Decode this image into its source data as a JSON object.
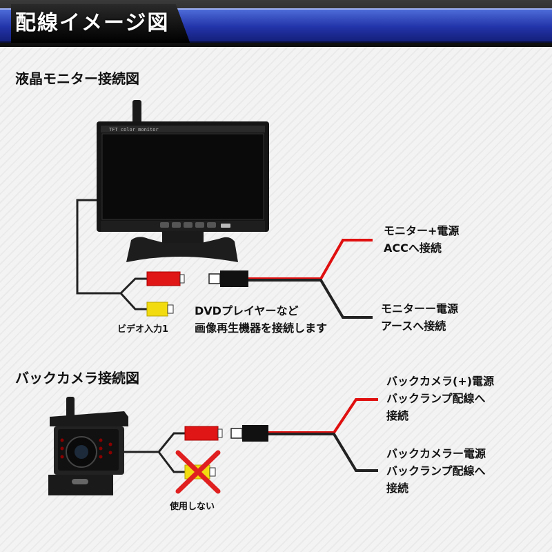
{
  "header": {
    "title": "配線イメージ図"
  },
  "monitor_section": {
    "title": "液晶モニター接続図",
    "monitor_brand": "TFT color monitor",
    "label_plus": [
      "モニター+電源",
      "ACCへ接続"
    ],
    "label_minus": [
      "モニターー電源",
      "アースへ接続"
    ],
    "label_video": "ビデオ入力1",
    "label_dvd": [
      "DVDプレイヤーなど",
      "画像再生機器を接続します"
    ]
  },
  "camera_section": {
    "title": "バックカメラ接続図",
    "label_plus": [
      "バックカメラ(+)電源",
      "バックランプ配線へ",
      "接続"
    ],
    "label_minus": [
      "バックカメラー電源",
      "バックランプ配線へ",
      "接続"
    ],
    "label_unused": "使用しない"
  },
  "colors": {
    "red_wire": "#e01010",
    "black_wire": "#222222",
    "red_plug": "#e01515",
    "yellow_plug": "#f2dc10",
    "header_blue": "#2233a8"
  }
}
